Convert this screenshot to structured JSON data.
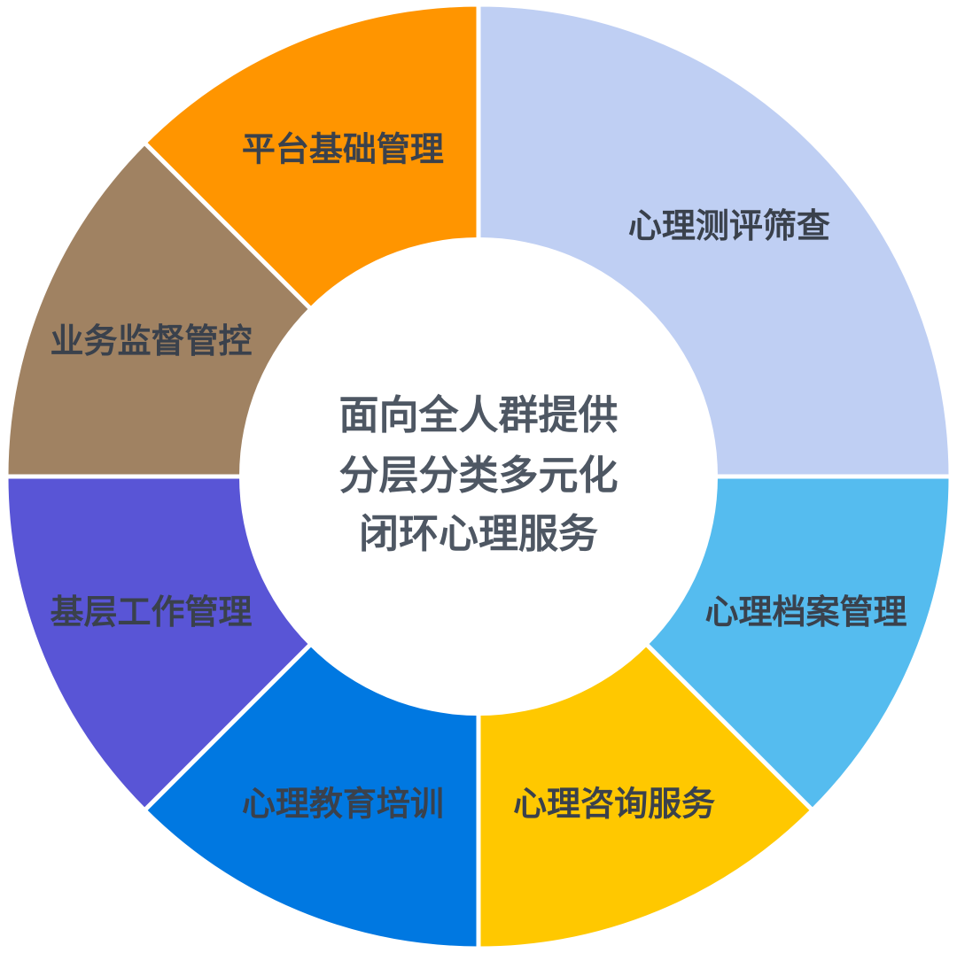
{
  "center": {
    "lines": [
      "面向全人群提供",
      "分层分类多元化",
      "闭环心理服务"
    ]
  },
  "segments": [
    {
      "label": "心理测评筛查",
      "weight": 2,
      "color": "#BFCFF3"
    },
    {
      "label": "心理档案管理",
      "weight": 1,
      "color": "#55BCEF"
    },
    {
      "label": "心理咨询服务",
      "weight": 1,
      "color": "#FFC800"
    },
    {
      "label": "心理教育培训",
      "weight": 1,
      "color": "#0078E1"
    },
    {
      "label": "基层工作管理",
      "weight": 1,
      "color": "#5955D6"
    },
    {
      "label": "业务监督管控",
      "weight": 1,
      "color": "#A08262"
    },
    {
      "label": "平台基础管理",
      "weight": 1,
      "color": "#FF9500"
    }
  ]
}
